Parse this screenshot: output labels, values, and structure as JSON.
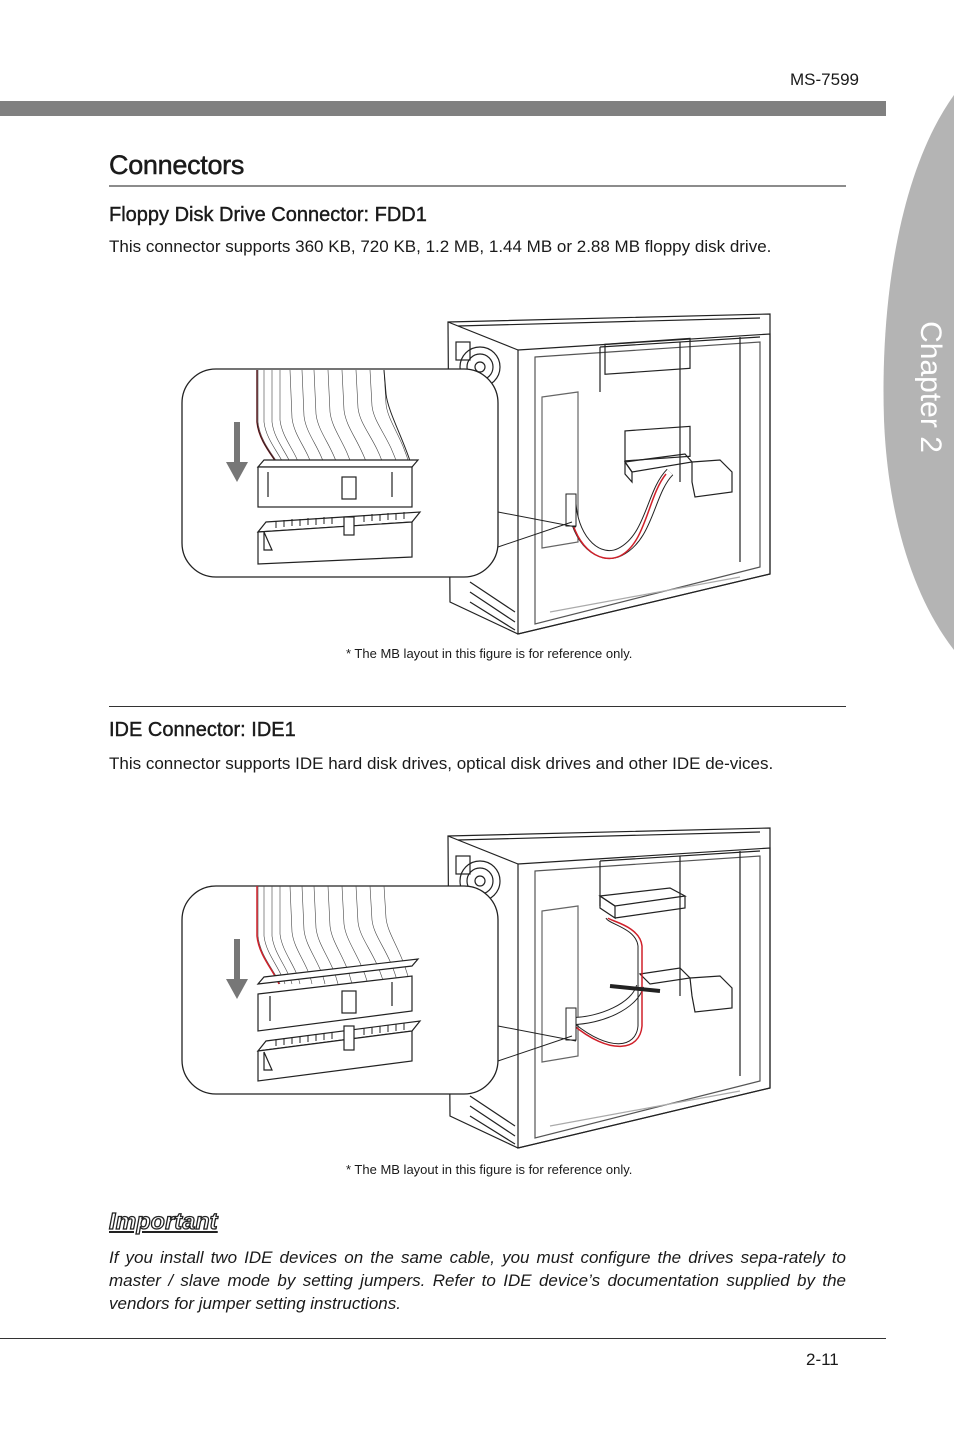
{
  "header": {
    "model": "MS-7599",
    "chapter_tab": "Chapter 2"
  },
  "section": {
    "title": "Connectors"
  },
  "fdd": {
    "heading": "Floppy Disk Drive Connector: FDD1",
    "description": "This connector supports 360 KB, 720 KB, 1.2 MB, 1.44 MB or 2.88 MB floppy disk drive.",
    "caption": "* The MB layout in this figure is for reference only."
  },
  "ide": {
    "heading": "IDE Connector: IDE1",
    "description": "This connector supports IDE hard disk drives, optical disk drives and other IDE de-vices.",
    "caption": "* The MB layout in this figure is for reference only."
  },
  "important": {
    "title": "Important",
    "text": "If you install two IDE devices on the same cable, you must configure the drives sepa-rately to master / slave mode by setting jumpers. Refer to IDE device’s documentation supplied by the vendors for jumper setting instructions."
  },
  "footer": {
    "page_number": "2-11"
  },
  "colors": {
    "cable_red": "#d0202a",
    "bar_gray": "#808080",
    "tab_gray": "#b4b4b4"
  }
}
